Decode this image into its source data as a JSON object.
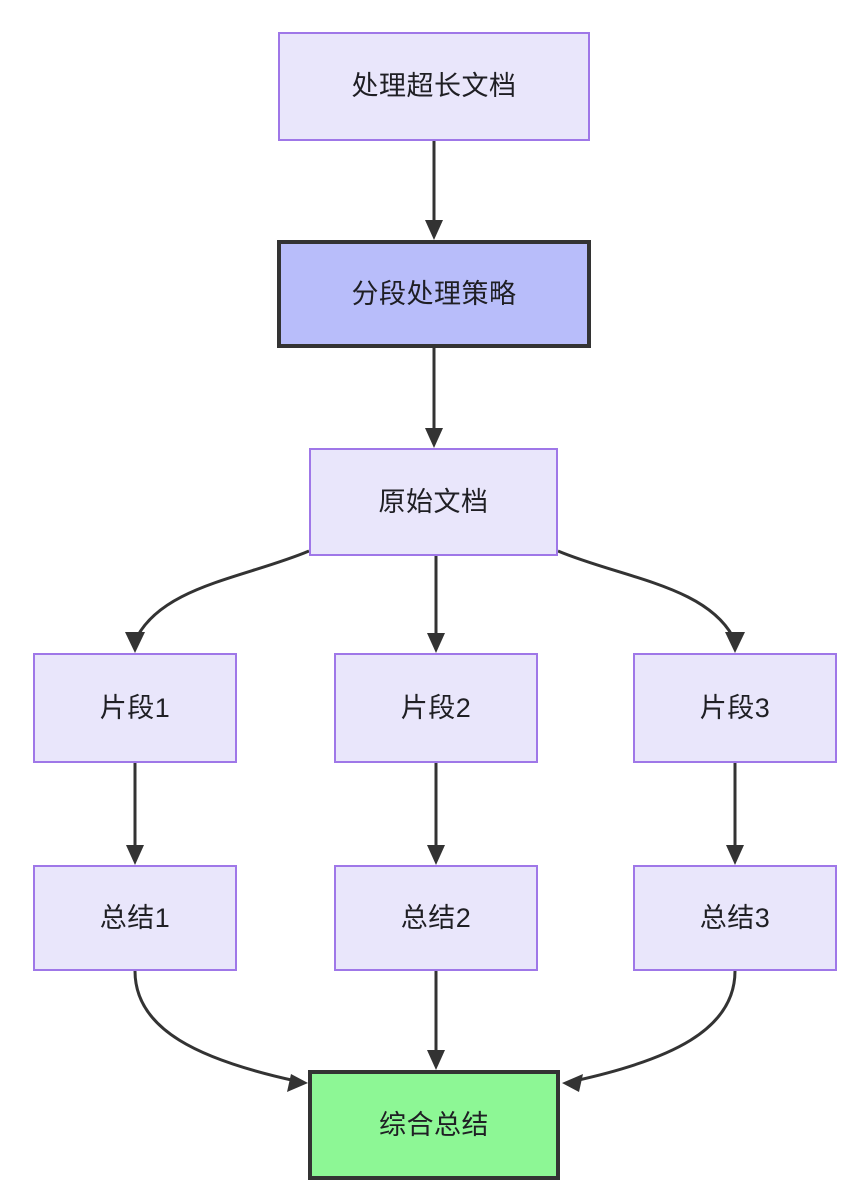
{
  "diagram": {
    "type": "flowchart",
    "direction": "top-down",
    "title": "",
    "background_color": "#ffffff",
    "styles": {
      "normal_fill": "#e9e6fb",
      "normal_border": "#9f77e8",
      "active_fill": "#b8bdfa",
      "active_border": "#333333",
      "result_fill": "#8df795",
      "result_border": "#333333",
      "edge_color": "#333333",
      "text_color": "#1f1f24"
    },
    "nodes": [
      {
        "id": "n1",
        "label": "处理超长文档",
        "style": "normal"
      },
      {
        "id": "n2",
        "label": "分段处理策略",
        "style": "active"
      },
      {
        "id": "n3",
        "label": "原始文档",
        "style": "normal"
      },
      {
        "id": "n4",
        "label": "片段1",
        "style": "normal"
      },
      {
        "id": "n5",
        "label": "片段2",
        "style": "normal"
      },
      {
        "id": "n6",
        "label": "片段3",
        "style": "normal"
      },
      {
        "id": "n7",
        "label": "总结1",
        "style": "normal"
      },
      {
        "id": "n8",
        "label": "总结2",
        "style": "normal"
      },
      {
        "id": "n9",
        "label": "总结3",
        "style": "normal"
      },
      {
        "id": "n10",
        "label": "综合总结",
        "style": "result"
      }
    ],
    "edges": [
      {
        "from": "n1",
        "to": "n2",
        "label": ""
      },
      {
        "from": "n2",
        "to": "n3",
        "label": ""
      },
      {
        "from": "n3",
        "to": "n4",
        "label": ""
      },
      {
        "from": "n3",
        "to": "n5",
        "label": ""
      },
      {
        "from": "n3",
        "to": "n6",
        "label": ""
      },
      {
        "from": "n4",
        "to": "n7",
        "label": ""
      },
      {
        "from": "n5",
        "to": "n8",
        "label": ""
      },
      {
        "from": "n6",
        "to": "n9",
        "label": ""
      },
      {
        "from": "n7",
        "to": "n10",
        "label": ""
      },
      {
        "from": "n8",
        "to": "n10",
        "label": ""
      },
      {
        "from": "n9",
        "to": "n10",
        "label": ""
      }
    ]
  }
}
